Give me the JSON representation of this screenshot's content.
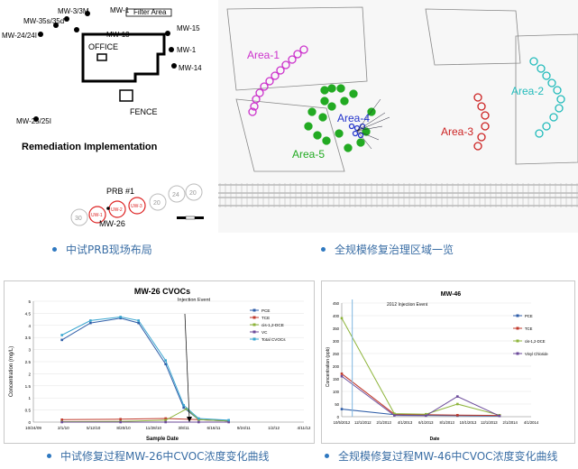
{
  "site_plan": {
    "wells": [
      "MW-3/3M",
      "MW-1",
      "MW-35s/35d",
      "MW-24/24I",
      "MW-13",
      "MW-15",
      "MW-1",
      "MW-14",
      "MW-25/25I",
      "MW-26"
    ],
    "labels": {
      "filter_area": "Filter Area",
      "office": "OFFICE",
      "fence": "FENCE",
      "remediation": "Remediation Implementation",
      "prb": "PRB #1"
    },
    "circle_numbers": [
      "30",
      "20",
      "24",
      "20",
      "UW-1",
      "UW-2",
      "UW-3"
    ]
  },
  "area_map": {
    "areas": [
      {
        "name": "Area-1",
        "color": "#cc33cc"
      },
      {
        "name": "Area-2",
        "color": "#22bbbb"
      },
      {
        "name": "Area-3",
        "color": "#cc2222"
      },
      {
        "name": "Area-4",
        "color": "#2233cc"
      },
      {
        "name": "Area-5",
        "color": "#22aa22"
      }
    ]
  },
  "captions": [
    "中试PRB现场布局",
    "全规模修复治理区域一览",
    "中试修复过程MW-26中CVOC浓度变化曲线",
    "全规模修复过程MW-46中CVOC浓度变化曲线"
  ],
  "chart_data": [
    {
      "type": "line",
      "title": "MW-26 CVOCs",
      "xlabel": "Sample Date",
      "ylabel": "Concentration (mg/L)",
      "ylim": [
        0,
        5
      ],
      "yticks": [
        "0",
        "0.5",
        "1",
        "1.5",
        "2",
        "2.5",
        "3",
        "3.5",
        "4",
        "4.5",
        "5"
      ],
      "x_tick_labels": [
        "10/24/09",
        "2/1/10",
        "5/12/10",
        "8/20/10",
        "11/28/10",
        "3/8/11",
        "6/16/11",
        "9/24/11",
        "1/2/12",
        "4/11/12"
      ],
      "annotation": "Injection Event",
      "legend": "top-right",
      "series": [
        {
          "name": "PCE",
          "color": "#2f5ea8",
          "values": [
            [
              0.95,
              3.4
            ],
            [
              1.9,
              4.1
            ],
            [
              2.9,
              4.3
            ],
            [
              3.5,
              4.1
            ],
            [
              4.4,
              2.4
            ],
            [
              5.0,
              0.6
            ],
            [
              5.5,
              0.1
            ],
            [
              6.5,
              0.05
            ]
          ]
        },
        {
          "name": "TCE",
          "color": "#c0392b",
          "values": [
            [
              0.95,
              0.1
            ],
            [
              2.9,
              0.12
            ],
            [
              4.4,
              0.15
            ],
            [
              5.5,
              0.1
            ],
            [
              6.5,
              0.05
            ]
          ]
        },
        {
          "name": "cis-1,2-DCE",
          "color": "#8db43a",
          "values": [
            [
              0.95,
              0.02
            ],
            [
              2.9,
              0.03
            ],
            [
              4.4,
              0.08
            ],
            [
              5.1,
              0.55
            ],
            [
              5.5,
              0.1
            ],
            [
              6.5,
              0.05
            ]
          ]
        },
        {
          "name": "VC",
          "color": "#6b4a9a",
          "values": [
            [
              0.95,
              0.0
            ],
            [
              2.9,
              0.0
            ],
            [
              4.4,
              0.0
            ],
            [
              5.5,
              0.0
            ],
            [
              6.5,
              0.0
            ]
          ]
        },
        {
          "name": "Total CVOCs",
          "color": "#3aa6d0",
          "values": [
            [
              0.95,
              3.6
            ],
            [
              1.9,
              4.2
            ],
            [
              2.9,
              4.35
            ],
            [
              3.5,
              4.2
            ],
            [
              4.4,
              2.55
            ],
            [
              5.0,
              0.7
            ],
            [
              5.5,
              0.15
            ],
            [
              6.5,
              0.08
            ]
          ]
        }
      ]
    },
    {
      "type": "line",
      "title": "MW-46",
      "xlabel": "Date",
      "ylabel": "Concentration (ppb)",
      "ylim": [
        0,
        450
      ],
      "yticks": [
        "0",
        "50",
        "100",
        "150",
        "200",
        "250",
        "300",
        "350",
        "400",
        "450"
      ],
      "x_tick_labels": [
        "10/5/2012",
        "12/1/2012",
        "2/1/2013",
        "4/1/2013",
        "6/1/2013",
        "8/1/2013",
        "10/1/2013",
        "12/1/2013",
        "2/1/2014",
        "4/1/2014"
      ],
      "annotation": "2012 Injection Event",
      "legend": "right",
      "series": [
        {
          "name": "PCE",
          "color": "#2f5ea8",
          "values": [
            [
              0,
              30
            ],
            [
              2.5,
              8
            ],
            [
              4,
              5
            ],
            [
              5.5,
              4
            ],
            [
              7.5,
              3
            ]
          ]
        },
        {
          "name": "TCE",
          "color": "#c0392b",
          "values": [
            [
              0,
              170
            ],
            [
              2.5,
              10
            ],
            [
              4,
              8
            ],
            [
              5.5,
              6
            ],
            [
              7.5,
              5
            ]
          ]
        },
        {
          "name": "cis-1,2-DCE",
          "color": "#8db43a",
          "values": [
            [
              0,
              390
            ],
            [
              2.5,
              12
            ],
            [
              4,
              10
            ],
            [
              5.5,
              50
            ],
            [
              7.5,
              6
            ]
          ]
        },
        {
          "name": "Vinyl Chloride",
          "color": "#6b4a9a",
          "values": [
            [
              0,
              160
            ],
            [
              2.5,
              5
            ],
            [
              4,
              4
            ],
            [
              5.5,
              80
            ],
            [
              7.5,
              3
            ]
          ]
        }
      ]
    }
  ]
}
